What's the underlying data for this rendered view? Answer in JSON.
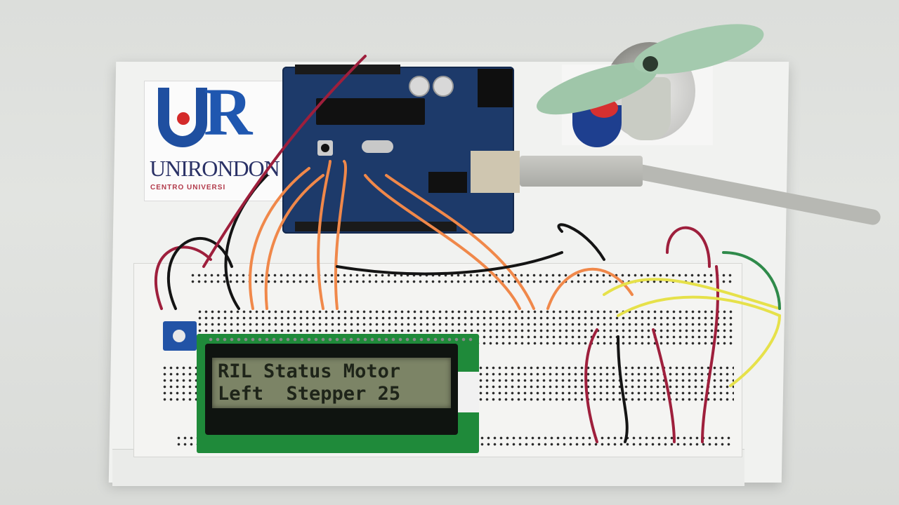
{
  "scene": {
    "description": "Arduino-based stepper motor fan prototype on breadboards with 16x2 LCD",
    "logo": {
      "mark": "R",
      "name": "UNIRONDON",
      "subtitle": "CENTRO UNIVERSI"
    },
    "lcd": {
      "line1": "RIL Status Motor",
      "line2": "Left  Stepper 25",
      "backlight_color": "#7c8466",
      "pcb_color": "#1f8a3a"
    },
    "colors": {
      "arduino_board": "#1d3a6a",
      "logo_blue": "#1f57b0",
      "logo_red": "#d42a2a",
      "fan_blade": "#a4caae",
      "wire_orange": "#f0884a",
      "wire_red": "#9e1f3c",
      "wire_black": "#141414",
      "wire_yellow": "#e6e14a",
      "wire_green": "#2f8a4a"
    }
  }
}
